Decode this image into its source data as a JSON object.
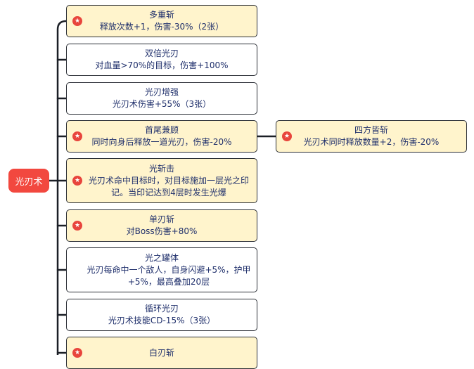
{
  "root": {
    "label": "光刃术"
  },
  "nodes": [
    {
      "title": "多重斩",
      "desc": "释放次数+1，伤害-30%（2张）",
      "starred": true
    },
    {
      "title": "双倍光刃",
      "desc": "对血量>70%的目标，伤害+100%",
      "starred": false
    },
    {
      "title": "光刃增强",
      "desc": "光刃术伤害+55%（3张）",
      "starred": false
    },
    {
      "title": "首尾兼顾",
      "desc": "同时向身后释放一道光刃，伤害-20%",
      "starred": true
    },
    {
      "title": "光斩击",
      "desc": "光刃术命中目标时，对目标施加一层光之印记。当印记达到4层时发生光爆",
      "starred": true
    },
    {
      "title": "单刃斩",
      "desc": "对Boss伤害+80%",
      "starred": true
    },
    {
      "title": "光之罐体",
      "desc": "光刃每命中一个敌人，自身闪避+5%，护甲+5%，最高叠加20层",
      "starred": false
    },
    {
      "title": "循环光刃",
      "desc": "光刃术技能CD-15%（3张）",
      "starred": false
    },
    {
      "title": "白刃斩",
      "desc": "",
      "starred": true
    }
  ],
  "child": {
    "title": "四方皆斩",
    "desc": "光刃术同时释放数量+2，伤害-20%",
    "starred": true
  },
  "colors": {
    "root_bg": "#f2483f",
    "highlight_bg": "#fff4cc",
    "star": "#e8453c",
    "line": "#1b1f26",
    "text": "#1f2f6b"
  },
  "icons": {
    "star": "star-badge-icon"
  }
}
